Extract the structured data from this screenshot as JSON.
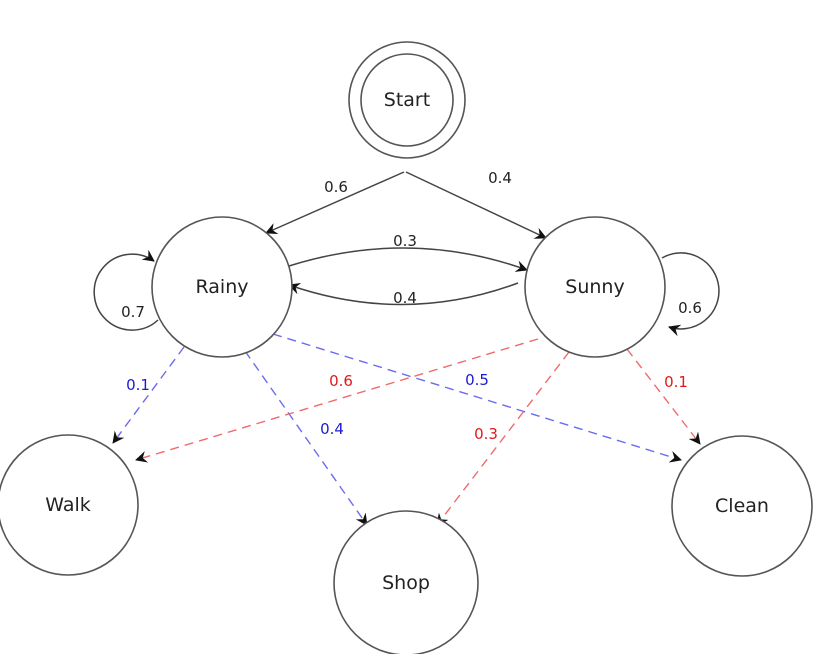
{
  "diagram": {
    "type": "hidden-markov-model",
    "nodes": [
      {
        "id": "start",
        "label": "Start",
        "kind": "initial"
      },
      {
        "id": "rainy",
        "label": "Rainy",
        "kind": "hidden-state"
      },
      {
        "id": "sunny",
        "label": "Sunny",
        "kind": "hidden-state"
      },
      {
        "id": "walk",
        "label": "Walk",
        "kind": "observation"
      },
      {
        "id": "shop",
        "label": "Shop",
        "kind": "observation"
      },
      {
        "id": "clean",
        "label": "Clean",
        "kind": "observation"
      }
    ],
    "edges": [
      {
        "id": "start-rainy",
        "from": "start",
        "to": "rainy",
        "label": "0.6",
        "style": "solid",
        "color": "#444444",
        "label_color": "#222222"
      },
      {
        "id": "start-sunny",
        "from": "start",
        "to": "sunny",
        "label": "0.4",
        "style": "solid",
        "color": "#444444",
        "label_color": "#222222"
      },
      {
        "id": "rainy-sunny",
        "from": "rainy",
        "to": "sunny",
        "label": "0.3",
        "style": "solid",
        "color": "#444444",
        "label_color": "#222222"
      },
      {
        "id": "sunny-rainy",
        "from": "sunny",
        "to": "rainy",
        "label": "0.4",
        "style": "solid",
        "color": "#444444",
        "label_color": "#222222"
      },
      {
        "id": "rainy-rainy",
        "from": "rainy",
        "to": "rainy",
        "label": "0.7",
        "style": "solid",
        "color": "#444444",
        "label_color": "#222222"
      },
      {
        "id": "sunny-sunny",
        "from": "sunny",
        "to": "sunny",
        "label": "0.6",
        "style": "solid",
        "color": "#444444",
        "label_color": "#222222"
      },
      {
        "id": "rainy-walk",
        "from": "rainy",
        "to": "walk",
        "label": "0.1",
        "style": "dashed",
        "color": "#6b6bf0",
        "label_color": "#1a1ad6"
      },
      {
        "id": "rainy-shop",
        "from": "rainy",
        "to": "shop",
        "label": "0.4",
        "style": "dashed",
        "color": "#6b6bf0",
        "label_color": "#1a1ad6"
      },
      {
        "id": "rainy-clean",
        "from": "rainy",
        "to": "clean",
        "label": "0.5",
        "style": "dashed",
        "color": "#6b6bf0",
        "label_color": "#1a1ad6"
      },
      {
        "id": "sunny-walk",
        "from": "sunny",
        "to": "walk",
        "label": "0.6",
        "style": "dashed",
        "color": "#f06b6b",
        "label_color": "#e01a1a"
      },
      {
        "id": "sunny-shop",
        "from": "sunny",
        "to": "shop",
        "label": "0.3",
        "style": "dashed",
        "color": "#f06b6b",
        "label_color": "#e01a1a"
      },
      {
        "id": "sunny-clean",
        "from": "sunny",
        "to": "clean",
        "label": "0.1",
        "style": "dashed",
        "color": "#f06b6b",
        "label_color": "#e01a1a"
      }
    ]
  }
}
